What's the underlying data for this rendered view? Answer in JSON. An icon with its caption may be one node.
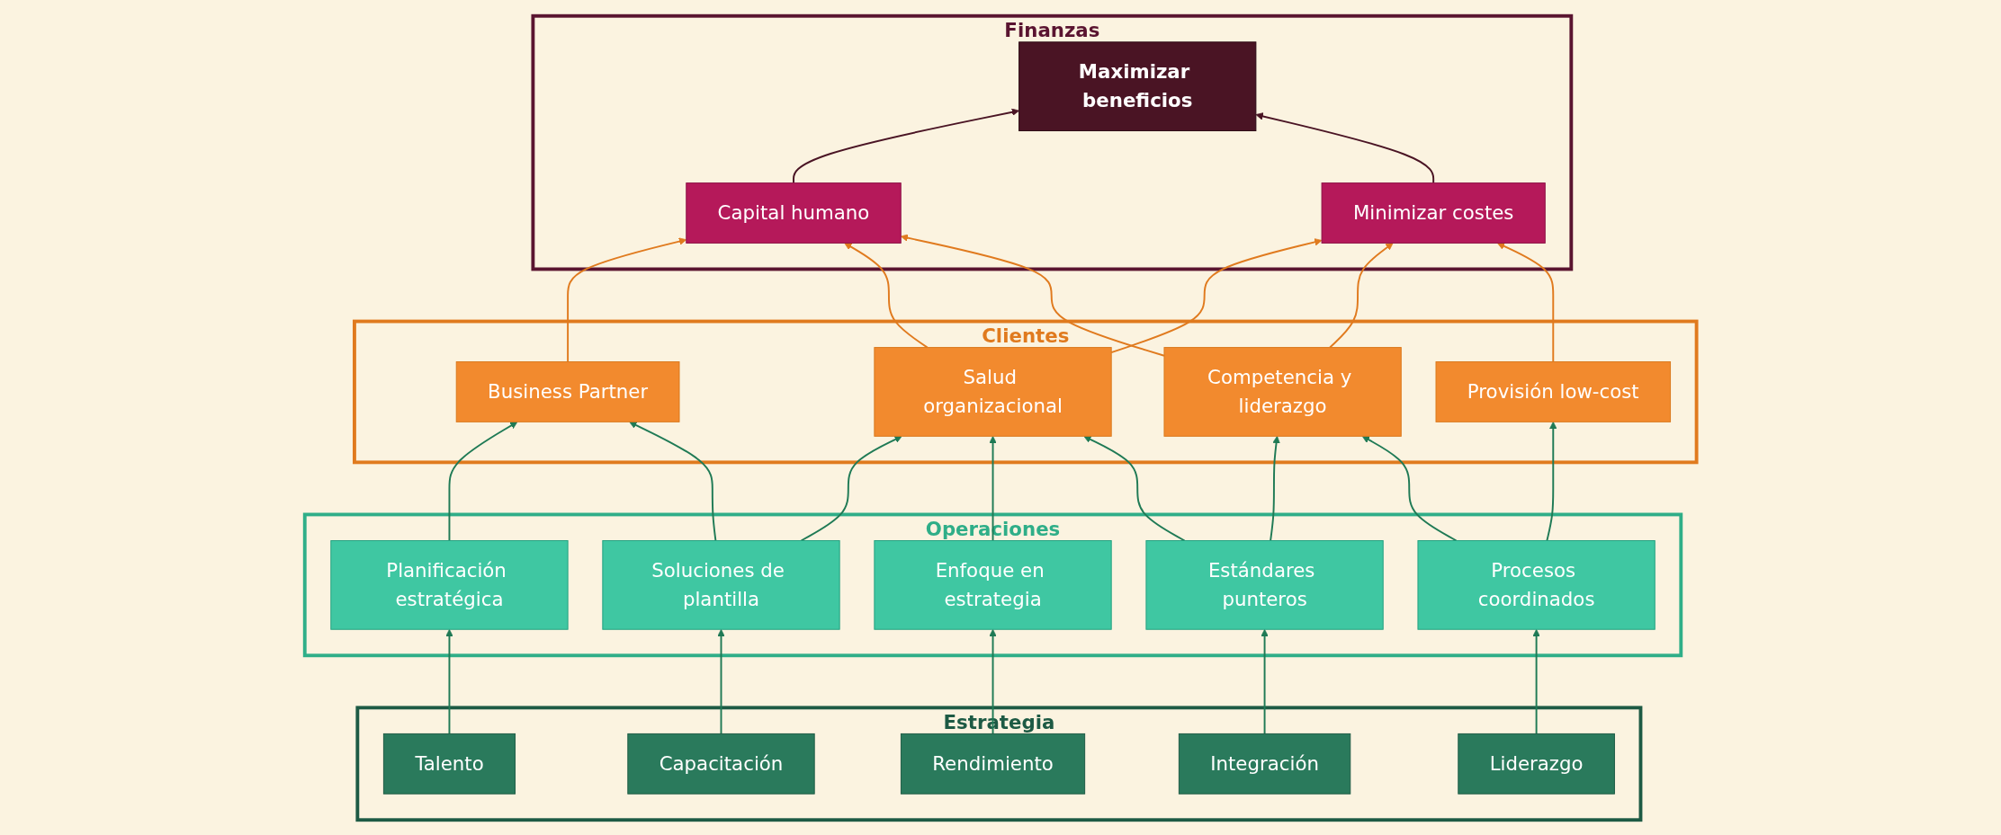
{
  "diagram": {
    "nodes": [
      {
        "text": [
          "Finanzas"
        ]
      },
      {
        "text": [
          "Maximizar beneficios"
        ],
        "in": 0
      },
      {
        "text": [
          "Capital humano"
        ],
        "in": 0
      },
      {
        "text": [
          "Minimizar costes"
        ],
        "in": 0
      },
      {
        "text": [
          "Clientes"
        ]
      },
      {
        "text": [
          "Business Partner"
        ],
        "in": 4
      },
      {
        "text": [
          "Salud organizacional"
        ],
        "in": 4
      },
      {
        "text": [
          "Competencia y liderazgo"
        ],
        "in": 4
      },
      {
        "text": [
          "Provisión low-cost"
        ],
        "in": 4
      },
      {
        "text": [
          "Operaciones"
        ]
      },
      {
        "text": [
          "Planificación estratégica"
        ],
        "in": 9
      },
      {
        "text": [
          "Soluciones de plantilla"
        ],
        "in": 9
      },
      {
        "text": [
          "Enfoque en estrategia"
        ],
        "in": 9
      },
      {
        "text": [
          "Estándares punteros"
        ],
        "in": 9
      },
      {
        "text": [
          "Procesos coordinados"
        ],
        "in": 9
      },
      {
        "text": [
          "Estrategia"
        ]
      },
      {
        "text": [
          "Talento"
        ],
        "in": 15
      },
      {
        "text": [
          "Capacitación"
        ],
        "in": 15
      },
      {
        "text": [
          "Rendimiento"
        ],
        "in": 15
      },
      {
        "text": [
          "Integración"
        ],
        "in": 15
      },
      {
        "text": [
          "Liderazgo"
        ],
        "in": 15
      }
    ],
    "edges": [
      {
        "from": 2,
        "to": 1,
        "arrow": "to",
        "color": "#4a1424"
      },
      {
        "from": 3,
        "to": 1,
        "arrow": "to",
        "color": "#4a1424"
      },
      {
        "from": 5,
        "to": 2,
        "arrow": "to",
        "color": "#e07a1e"
      },
      {
        "from": 6,
        "to": 2,
        "arrow": "to",
        "color": "#e07a1e"
      },
      {
        "from": 6,
        "to": 3,
        "arrow": "to",
        "color": "#e07a1e"
      },
      {
        "from": 7,
        "to": 2,
        "arrow": "to",
        "color": "#e07a1e"
      },
      {
        "from": 7,
        "to": 3,
        "arrow": "to",
        "color": "#e07a1e"
      },
      {
        "from": 8,
        "to": 3,
        "arrow": "to",
        "color": "#e07a1e"
      },
      {
        "from": 10,
        "to": 5,
        "arrow": "to"
      },
      {
        "from": 11,
        "to": 5,
        "arrow": "to"
      },
      {
        "from": 11,
        "to": 6,
        "arrow": "to"
      },
      {
        "from": 12,
        "to": 6,
        "arrow": "to"
      },
      {
        "from": 13,
        "to": 6,
        "arrow": "to"
      },
      {
        "from": 13,
        "to": 7,
        "arrow": "to"
      },
      {
        "from": 14,
        "to": 7,
        "arrow": "to"
      },
      {
        "from": 14,
        "to": 8,
        "arrow": "to"
      },
      {
        "from": 16,
        "to": 10,
        "arrow": "to"
      },
      {
        "from": 17,
        "to": 11,
        "arrow": "to"
      },
      {
        "from": 18,
        "to": 12,
        "arrow": "to"
      },
      {
        "from": 19,
        "to": 13,
        "arrow": "to"
      },
      {
        "from": 20,
        "to": 14,
        "arrow": "to"
      }
    ]
  }
}
